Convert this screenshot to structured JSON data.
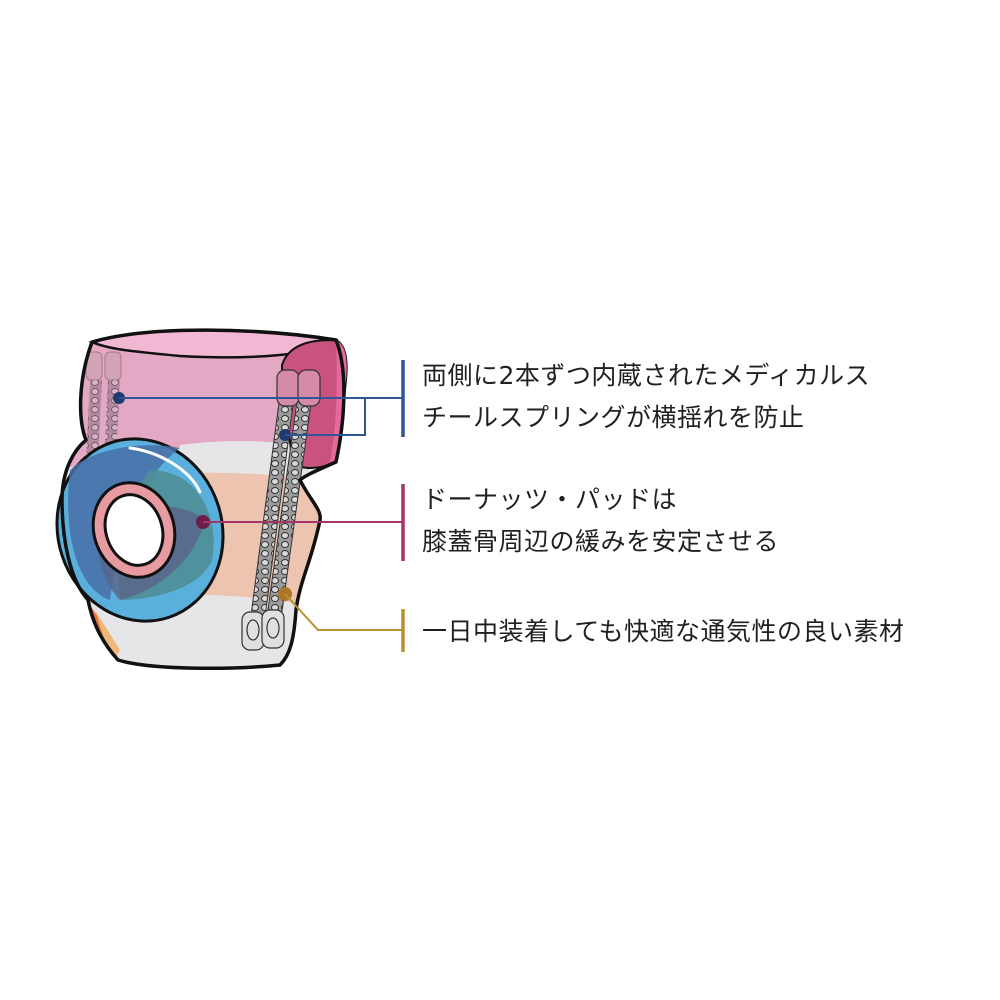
{
  "diagram": {
    "subject": "knee-brace",
    "colors": {
      "spring_leader": "#2f5594",
      "pad_leader": "#a3366b",
      "material_leader": "#b8922f",
      "outline": "#111111",
      "upper_band": "#e3a8c4",
      "upper_band_top": "#f2b8d3",
      "side_panel": "#c9527f",
      "middle_band": "#ecc4b0",
      "lower_band": "#e6e6e8",
      "pad_outer_blue": "#5ab0dc",
      "pad_dark_blue": "#4a6fa8",
      "pad_teal": "#4f8e97",
      "pad_ring": "#e79aa0",
      "text": "#231f20"
    }
  },
  "callouts": [
    {
      "id": "springs",
      "color_key": "spring_leader",
      "lines": [
        "両側に2本ずつ内蔵されたメディカルス",
        "チールスプリングが横揺れを防止"
      ]
    },
    {
      "id": "donut-pad",
      "color_key": "pad_leader",
      "lines": [
        "ドーナッツ・パッドは",
        "膝蓋骨周辺の緩みを安定させる"
      ]
    },
    {
      "id": "material",
      "color_key": "material_leader",
      "lines": [
        "一日中装着しても快適な通気性の良い素材"
      ]
    }
  ]
}
